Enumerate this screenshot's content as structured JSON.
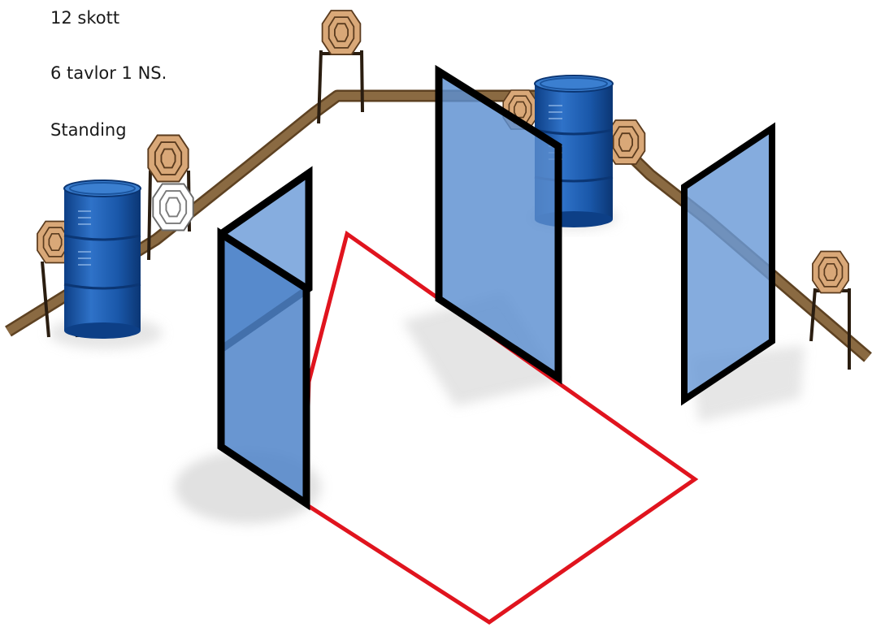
{
  "info": {
    "shots": "12 skott",
    "targets": "6 tavlor 1 NS.",
    "position": "Standing"
  },
  "colors": {
    "fence": "#7a5a33",
    "target": "#d7a878",
    "no_shoot": "#ffffff",
    "barrel": "#1f5fb4",
    "wall_fill": "#5b8fd1",
    "wall_edge": "#000000",
    "shooting_area": "#e0141e",
    "shadow": "#d4d4d4"
  },
  "elements": {
    "targets": [
      {
        "id": "target-top-center",
        "kind": "paper-target"
      },
      {
        "id": "target-left-upper",
        "kind": "paper-target"
      },
      {
        "id": "no-shoot",
        "kind": "no-shoot"
      },
      {
        "id": "target-left-lower",
        "kind": "paper-target"
      },
      {
        "id": "target-behind-barrel-left",
        "kind": "paper-target"
      },
      {
        "id": "target-behind-barrel-right",
        "kind": "paper-target"
      },
      {
        "id": "target-right",
        "kind": "paper-target"
      }
    ],
    "barrels": [
      {
        "id": "barrel-left"
      },
      {
        "id": "barrel-right"
      }
    ],
    "walls": [
      {
        "id": "wall-left"
      },
      {
        "id": "wall-center"
      },
      {
        "id": "wall-right"
      }
    ]
  }
}
